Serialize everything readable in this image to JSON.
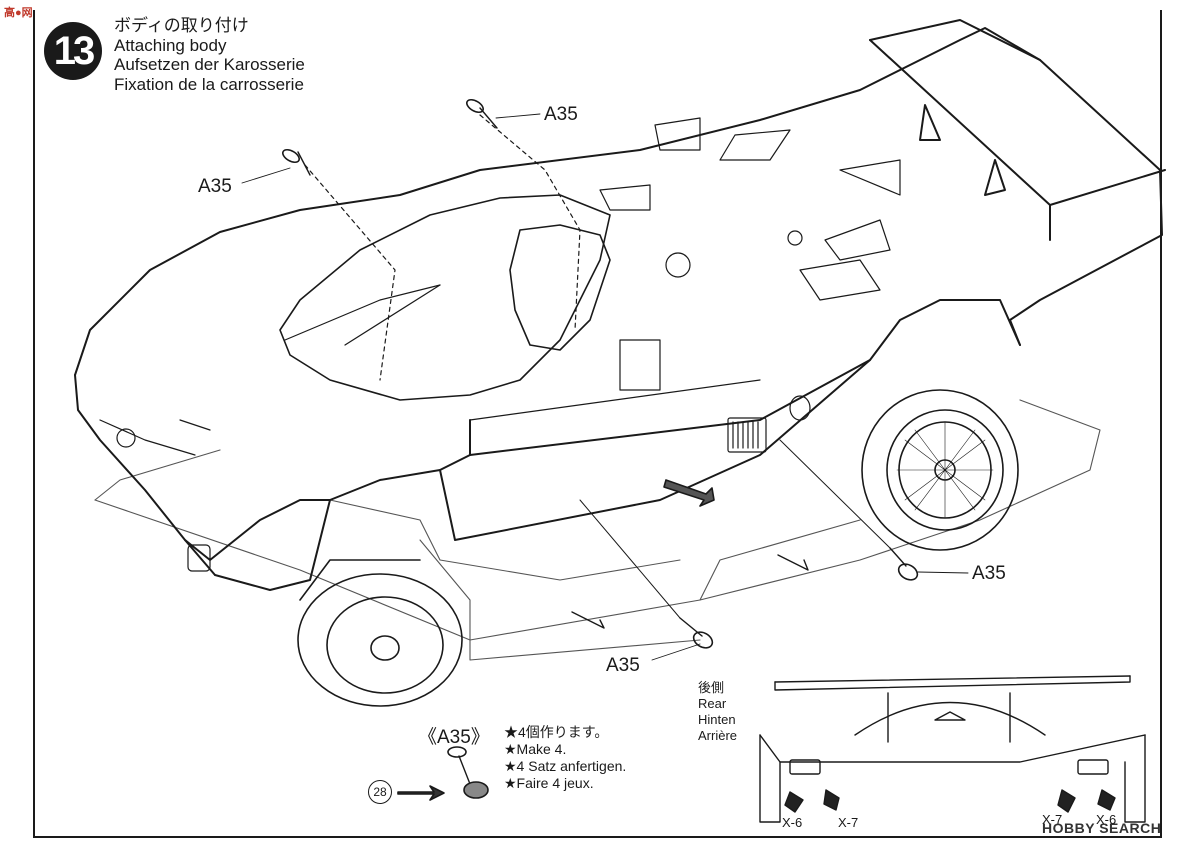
{
  "watermark_top_left": "高●网",
  "step": {
    "number": "13"
  },
  "title": {
    "ja": "ボディの取り付け",
    "en": "Attaching body",
    "de": "Aufsetzen der Karosserie",
    "fr": "Fixation de la carrosserie"
  },
  "callouts": [
    "A35",
    "A35",
    "A35",
    "A35"
  ],
  "subassembly": {
    "label": "《A35》",
    "notes": [
      "★4個作ります。",
      "★Make 4.",
      "★4 Satz anfertigen.",
      "★Faire 4 jeux."
    ],
    "part_number": "28"
  },
  "rear_view": {
    "labels": [
      "後側",
      "Rear",
      "Hinten",
      "Arrière"
    ],
    "parts": [
      "X-6",
      "X-7",
      "X-7",
      "X-6"
    ]
  },
  "watermark_bottom_right": "HOBBY SEARCH"
}
